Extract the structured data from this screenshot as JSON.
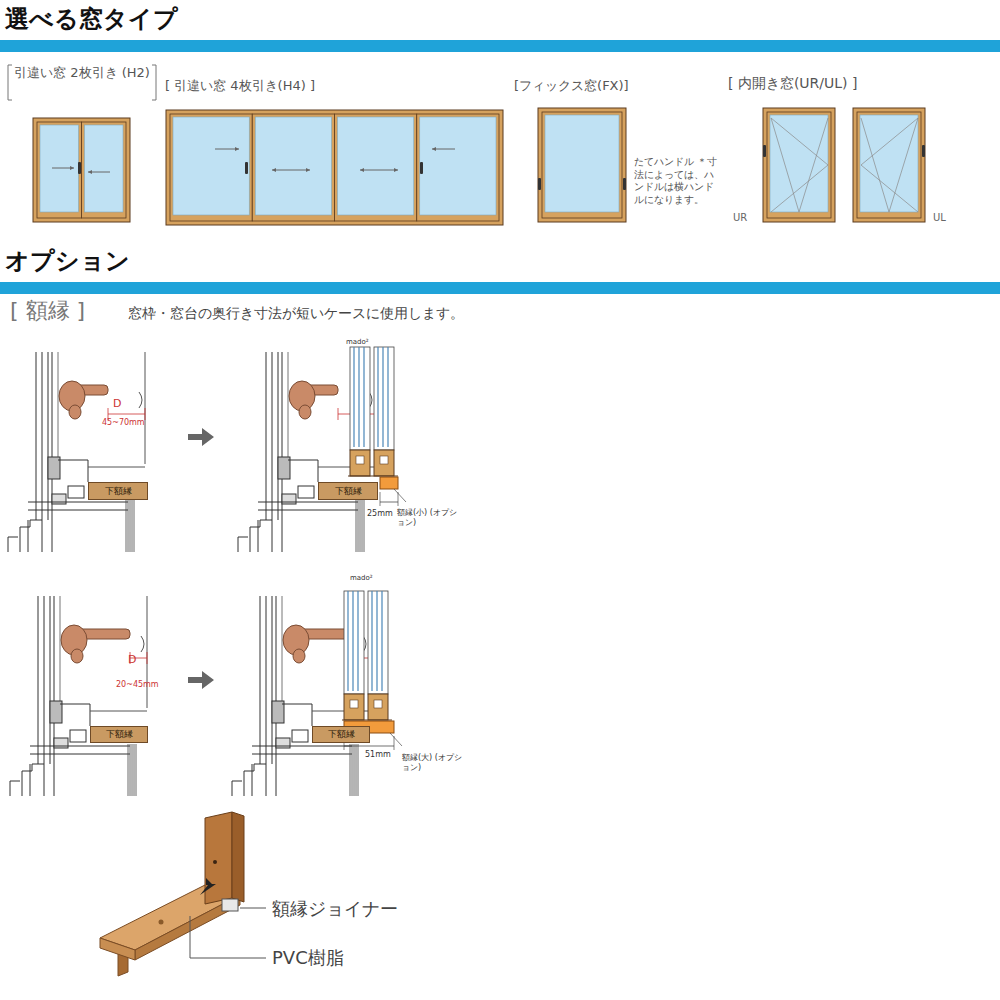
{
  "diagram": {
    "title": "選べる窓タイプ",
    "nodes": [
      {
        "text": [
          "下額縁"
        ]
      },
      {
        "text": [
          "下額縁"
        ]
      },
      {
        "text": [
          "下額縁"
        ]
      },
      {
        "text": [
          "下額縁"
        ]
      }
    ],
    "labels": [
      "引違い窓 2枚引き (H2)",
      "[ 引違い窓 4枚引き(H4) ]",
      "[フィックス窓(FX)]",
      "[ 内開き窓(UR/UL) ]",
      "たてハンドル ＊寸法によっては、ハンドルは横ハンドルになります。",
      "UR",
      "UL",
      "オプション",
      "[ 額縁 ]",
      "窓枠・窓台の奥行き寸法が短いケースに使用します。",
      "D",
      "45~70mm",
      "mado²",
      "25mm",
      "額縁(小) (オプション)",
      "D",
      "20~45mm",
      "mado²",
      "51mm",
      "額縁(大) (オプション)",
      "額縁ジョイナー",
      "PVC樹脂"
    ]
  }
}
